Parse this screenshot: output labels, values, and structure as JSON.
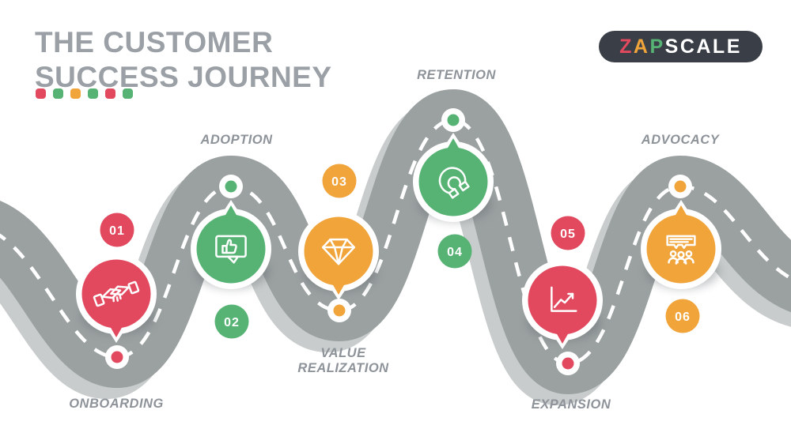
{
  "title": {
    "line1": "THE CUSTOMER",
    "line2": "SUCCESS JOURNEY"
  },
  "accent_dots": [
    "#e2495e",
    "#56b374",
    "#f0a43a",
    "#56b374",
    "#e2495e",
    "#56b374"
  ],
  "logo": {
    "z": "Z",
    "a": "A",
    "p": "P",
    "rest": "SCALE",
    "z_color": "#e2495e",
    "a_color": "#f0a43a",
    "p_color": "#56b374",
    "rest_color": "#ffffff",
    "background": "#3a3f47"
  },
  "colors": {
    "red": "#e2495e",
    "green": "#56b374",
    "orange": "#f0a43a",
    "road": "#9ba1a1",
    "road_shadow": "#c8cccc",
    "title_gray": "#9aa0a5",
    "label_gray": "#8d9399"
  },
  "milestones": [
    {
      "number": "01",
      "label": "ONBOARDING",
      "color": "#e2495e",
      "icon": "handshake-icon"
    },
    {
      "number": "02",
      "label": "ADOPTION",
      "color": "#56b374",
      "icon": "thumbs-up-message-icon"
    },
    {
      "number": "03",
      "label": "VALUE REALIZATION",
      "color": "#f0a43a",
      "icon": "diamond-icon"
    },
    {
      "number": "04",
      "label": "RETENTION",
      "color": "#56b374",
      "icon": "magnet-icon"
    },
    {
      "number": "05",
      "label": "EXPANSION",
      "color": "#e2495e",
      "icon": "growth-chart-icon"
    },
    {
      "number": "06",
      "label": "ADVOCACY",
      "color": "#f0a43a",
      "icon": "audience-speech-icon"
    }
  ]
}
